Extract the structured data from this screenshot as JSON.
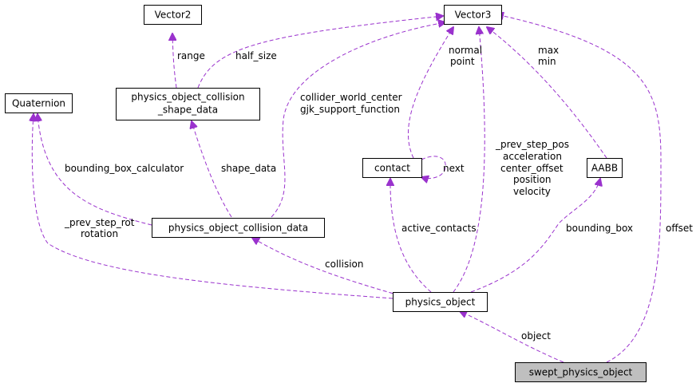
{
  "nodes": {
    "vector2": "Vector2",
    "vector3": "Vector3",
    "quaternion": "Quaternion",
    "shape_data_line1": "physics_object_collision",
    "shape_data_line2": "_shape_data",
    "contact": "contact",
    "aabb": "AABB",
    "collision_data": "physics_object_collision_data",
    "physics_object": "physics_object",
    "swept_physics_object": "swept_physics_object"
  },
  "edge_labels": {
    "range": "range",
    "half_size": "half_size",
    "collider_line1": "collider_world_center",
    "collider_line2": "gjk_support_function",
    "normal": "normal",
    "point": "point",
    "max": "max",
    "min": "min",
    "bounding_box_calculator": "bounding_box_calculator",
    "shape_data": "shape_data",
    "next": "next",
    "prev_step_pos": "_prev_step_pos",
    "acceleration": "acceleration",
    "center_offset": "center_offset",
    "position": "position",
    "velocity": "velocity",
    "prev_step_rot": "_prev_step_rot",
    "rotation": "rotation",
    "active_contacts": "active_contacts",
    "bounding_box": "bounding_box",
    "offset": "offset",
    "collision": "collision",
    "object": "object"
  },
  "colors": {
    "edge": "#9a32cd",
    "highlight_fill": "#bfbfbf"
  }
}
